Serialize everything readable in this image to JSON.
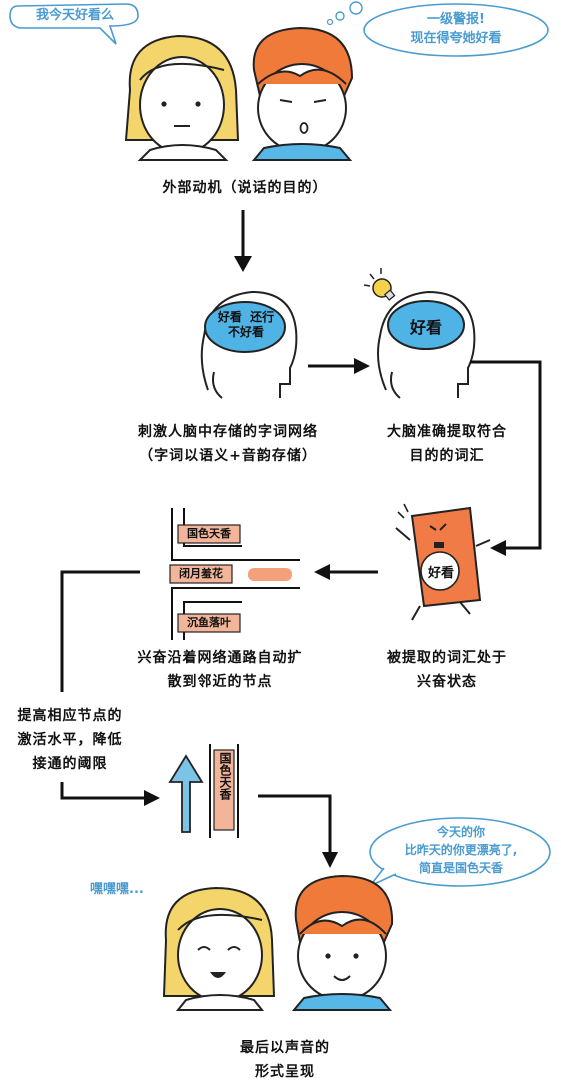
{
  "speech": {
    "girl_top": "我今天好看么",
    "boy_top": [
      "一级警报!",
      "现在得夸她好看"
    ],
    "boy_bottom": [
      "今天的你",
      "比昨天的你更漂亮了,",
      "简直是国色天香"
    ],
    "girl_laugh": "嘿嘿嘿..."
  },
  "steps": {
    "motive": "外部动机（说话的目的）",
    "stimulus": [
      "刺激人脑中存储的字词网络",
      "（字词以语义+音韵存储）"
    ],
    "retrieve": [
      "大脑准确提取符合",
      "目的的词汇"
    ],
    "excited": [
      "被提取的词汇处于",
      "兴奋状态"
    ],
    "spread": [
      "兴奋沿着网络通路自动扩",
      "散到邻近的节点"
    ],
    "raise": [
      "提高相应节点的",
      "激活水平，降低",
      "接通的阈限"
    ],
    "final": [
      "最后以声音的",
      "形式呈现"
    ]
  },
  "brain1_words": [
    "好看",
    "还行",
    "不好看"
  ],
  "brain2_word": "好看",
  "card_word": "好看",
  "network_nodes": [
    "国色天香",
    "闭月羞花",
    "沉鱼落叶"
  ],
  "vertical_node": "国色天香",
  "colors": {
    "bubble_blue": "#4a9bd0",
    "hair_yellow": "#f3d56b",
    "hair_orange": "#f07a3a",
    "shirt_blue": "#57b7e6",
    "brain_blue": "#4fb3e6",
    "node_salmon": "#f3b59a",
    "card_orange": "#f07b47",
    "arrow_blue": "#7cc3e6"
  }
}
